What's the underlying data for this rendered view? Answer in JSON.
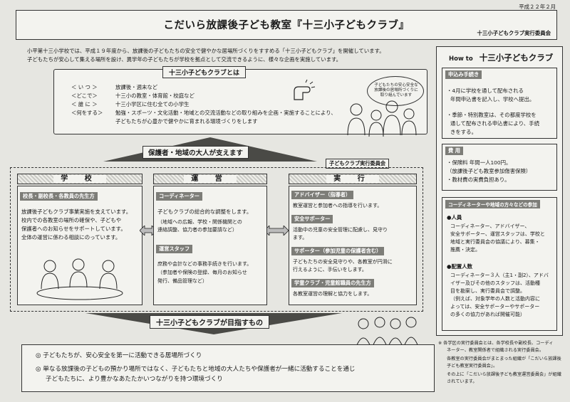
{
  "date": "平成２２年２月",
  "title": "こだいら放課後子ども教室『十三小子どもクラブ』",
  "org": "十三小子どもクラブ実行委員会",
  "intro": [
    "小平第十三小学校では、平成１９年度から、放課後の子どもたちの安全で健やかな居場所づくりをすすめる「十三小子どもクラブ」を開催しています。",
    "子どもたちが安心して集える場所を設け、異学年の子どもたちが学校を拠点として交流できるように、様々な企画を実施しています。"
  ],
  "what": {
    "title": "十三小子どもクラブとは",
    "rows": [
      {
        "label": "＜ い つ ＞",
        "text": "放課後・週末など"
      },
      {
        "label": "＜どこで＞",
        "text": "十三小の教室・体育館・校庭など"
      },
      {
        "label": "＜ 誰 に ＞",
        "text": "十三小学区に住む全ての小学生"
      },
      {
        "label": "＜何をする＞",
        "text": "勉強・スポーツ・文化活動・地域との交流活動などの取り組みを企画・実施することにより、"
      }
    ],
    "row4_cont": "子どもたちが心豊かで健やかに育まれる環境づくりをします",
    "bubble": "子どもたちの安心安全な放課後の居場所づくりに取り組んでいます"
  },
  "support_banner": "保護者・地域の大人が支えます",
  "committee_tag": "子どもクラブ実行委員会",
  "school": {
    "heading": "学 校",
    "tag": "校長・副校長・各教員の先生方",
    "lines": [
      "放課後子どもクラブ事業実施を支えています。",
      "校内での各教室の場所の確保や、子どもや",
      "保護者へのお知らせをサポートしています。",
      "全体の運営に係わる相談にのっています。"
    ]
  },
  "management": {
    "heading": "運 営",
    "tag1": "コーディネーター",
    "lines1": [
      "子どもクラブの総合的な調整をします。",
      "（地域への広報、学校・関係機関との",
      "連絡調整、協力者の参加要請など）"
    ],
    "tag2": "運営スタッフ",
    "lines2": [
      "庶務や会計などの事務手続きを行います。",
      "（参加者や保険の登録、毎月のお知らせ",
      "発行、備品管理など）"
    ]
  },
  "execution": {
    "heading": "実 行",
    "items": [
      {
        "tag": "アドバイザー（指導者）",
        "lines": [
          "教室運営と参加者への指導を行います。"
        ]
      },
      {
        "tag": "安全サポーター",
        "lines": [
          "活動中の児童の安全管理に配慮し、見守り",
          "ます。"
        ]
      },
      {
        "tag": "サポーター（参加児童の保護者含む）",
        "lines": [
          "子どもたちの安全見守りや、各教室が円滑に",
          "行えるように、手伝いをします。"
        ]
      },
      {
        "tag": "学童クラブ・児童館職員の先生方",
        "lines": [
          "各教室運営の理解と協力をします。"
        ]
      }
    ]
  },
  "goal_banner": "十三小子どもクラブが目指すもの",
  "goals": [
    "◎ 子どもたちが、安心安全を第一に活動できる居場所づくり",
    "◎ 単なる放課後の子どもの預かり場所ではなく、子どもたちと地域の大人たちや保護者が一緒に活動することを通じ",
    "子どもたちに、より豊かなあたたかいつながりを持つ環境づくり"
  ],
  "howto": {
    "prefix": "How to",
    "title": "十三小子どもクラブ",
    "apply_tag": "申込み手続き",
    "apply_lines": [
      "・4月に学校を通して配布される",
      "年間申込書を記入し、学校へ提出。",
      "",
      "・季節・特別教室は、その都度学校を",
      "通して配布される申込書により、手続",
      "きをする。"
    ],
    "fee_tag": "費 用",
    "fee_lines": [
      "・保険料 年間一人100円。",
      "（放課後子ども教室参加傷害保険）",
      "・教材費の実費負担あり。"
    ],
    "join_tag": "コーディネーターや地域の方々などの参加",
    "join_sections": [
      {
        "head": "●人員",
        "lines": [
          "コーディネーター、アドバイザー、",
          "安全サポーター、運営スタッフは、学校と",
          "地域と実行委員会の協議により、募集・",
          "推薦・決定。"
        ]
      },
      {
        "head": "●配置人数",
        "lines": [
          "コーディネーター３人（主1・副2）、アドバ",
          "イザー及びその他のスタッフは、活動種",
          "目を勘案し、実行委員会で調整。",
          "（例えば、対象学年の人数と活動内容に",
          "よっては、安全サポーターやサポーター",
          "の多くの協力があれば開催可能）"
        ]
      }
    ],
    "notes": [
      "※ 各学区の実行委員会とは、各学校長や副校長、コーディ",
      "ネーター、教室関係者で組織される実行委員会。",
      "各教室の実行委員会がまとまった組織が「こだいら放課後",
      "子ども教室実行委員会」。",
      "その上に「こだいら放課後子ども教室運営委員会」が組織",
      "されています。"
    ]
  }
}
